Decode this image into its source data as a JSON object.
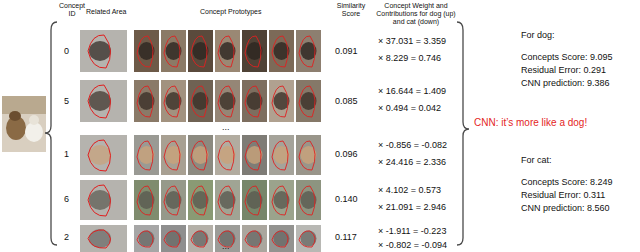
{
  "diagram": {
    "labels": [
      "Concept ID",
      "Related Area",
      "Concept Prototypes",
      "Similarity Score",
      "Concept Weight and Contributions for dog (up) and cat (down)",
      "0",
      "5",
      "1",
      "6",
      "2",
      "0.091",
      "0.085",
      "0.096",
      "0.140",
      "0.117",
      "× 37.031 = 3.359",
      "× 8.229 = 0.746",
      "× 16.644 = 1.409",
      "× 0.494 = 0.042",
      "× -0.856 = -0.082",
      "× 24.416 = 2.336",
      "× 4.102 = 0.573",
      "× 21.091 = 2.946",
      "× -1.911 = -0.223",
      "× -0.802 = -0.094",
      "...",
      "...",
      "For dog:",
      "Concepts Score: 9.095",
      "Residual Error: 0.291",
      "CNN prediction: 9.386",
      "CNN: it’s more like a dog!",
      "For cat:",
      "Concepts Score: 8.249",
      "Residual Error: 0.311",
      "CNN prediction: 8.560"
    ]
  }
}
